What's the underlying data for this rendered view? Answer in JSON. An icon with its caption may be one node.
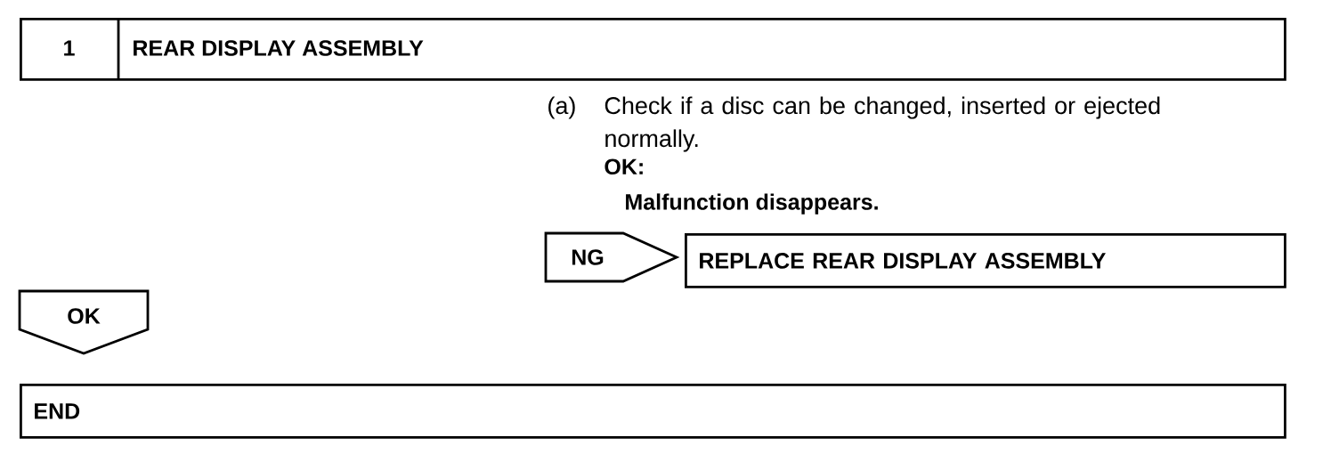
{
  "diagram": {
    "nodes": [
      {
        "text": [
          "1",
          "REAR DISPLAY ASSEMBLY"
        ]
      },
      {
        "text": [
          "NG"
        ]
      },
      {
        "text": [
          "REPLACE REAR DISPLAY ASSEMBLY"
        ]
      },
      {
        "text": [
          "OK"
        ]
      },
      {
        "text": [
          "END"
        ]
      }
    ],
    "labels": [
      "(a)",
      "Check if a disc can be changed, inserted or ejected normally.",
      "OK:",
      "Malfunction disappears."
    ]
  }
}
